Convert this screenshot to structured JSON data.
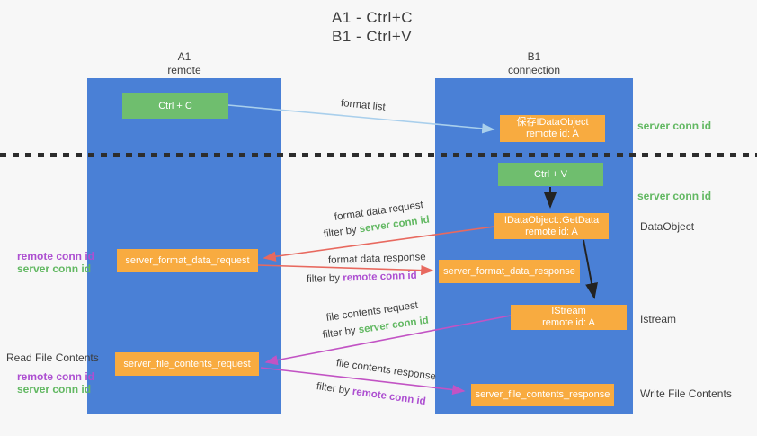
{
  "title": {
    "line1": "A1 - Ctrl+C",
    "line2": "B1 - Ctrl+V"
  },
  "lanes": {
    "left": {
      "name": "A1",
      "subtitle": "remote"
    },
    "right": {
      "name": "B1",
      "subtitle": "connection"
    }
  },
  "nodes": {
    "ctrl_c": {
      "label": "Ctrl + C"
    },
    "save_idataobject": {
      "line1": "保存IDataObject",
      "line2": "remote id: A"
    },
    "ctrl_v": {
      "label": "Ctrl + V"
    },
    "getdata": {
      "line1": "IDataObject::GetData",
      "line2": "remote id: A"
    },
    "server_format_data_request": {
      "label": "server_format_data_request"
    },
    "server_format_data_response": {
      "label": "server_format_data_response"
    },
    "istream": {
      "line1": "IStream",
      "line2": "remote id: A"
    },
    "server_file_contents_request": {
      "label": "server_file_contents_request"
    },
    "server_file_contents_response": {
      "label": "server_file_contents_response"
    }
  },
  "edges": {
    "format_list": "format list",
    "format_data_request": "format data request",
    "format_data_response": "format data response",
    "file_contents_request": "file contents request",
    "file_contents_response": "file contents response",
    "filter_by": "filter by ",
    "server_conn_id": "server conn id",
    "remote_conn_id": "remote conn id"
  },
  "annotations": {
    "server_conn_id_top_right": "server conn id",
    "server_conn_id_mid_right": "server conn id",
    "dataobject_right": "DataObject",
    "istream_right": "Istream",
    "write_file_contents_right": "Write File Contents",
    "read_file_contents_left": "Read File Contents",
    "remote_conn_id_upper_left": "remote conn id",
    "server_conn_id_upper_left": "server conn id",
    "remote_conn_id_lower_left": "remote conn id",
    "server_conn_id_lower_left": "server conn id"
  },
  "colors": {
    "lane_blue": "#4a80d6",
    "box_green": "#6fbe6e",
    "box_orange": "#f8ab40",
    "arrow_red": "#e8695f",
    "arrow_magenta": "#c253c4",
    "arrow_light_blue": "#a9cfec",
    "arrow_black": "#232323",
    "text_green": "#62b862",
    "text_purple": "#ad4fd1",
    "text_dark": "#3d3d3d",
    "background": "#f7f7f7"
  }
}
